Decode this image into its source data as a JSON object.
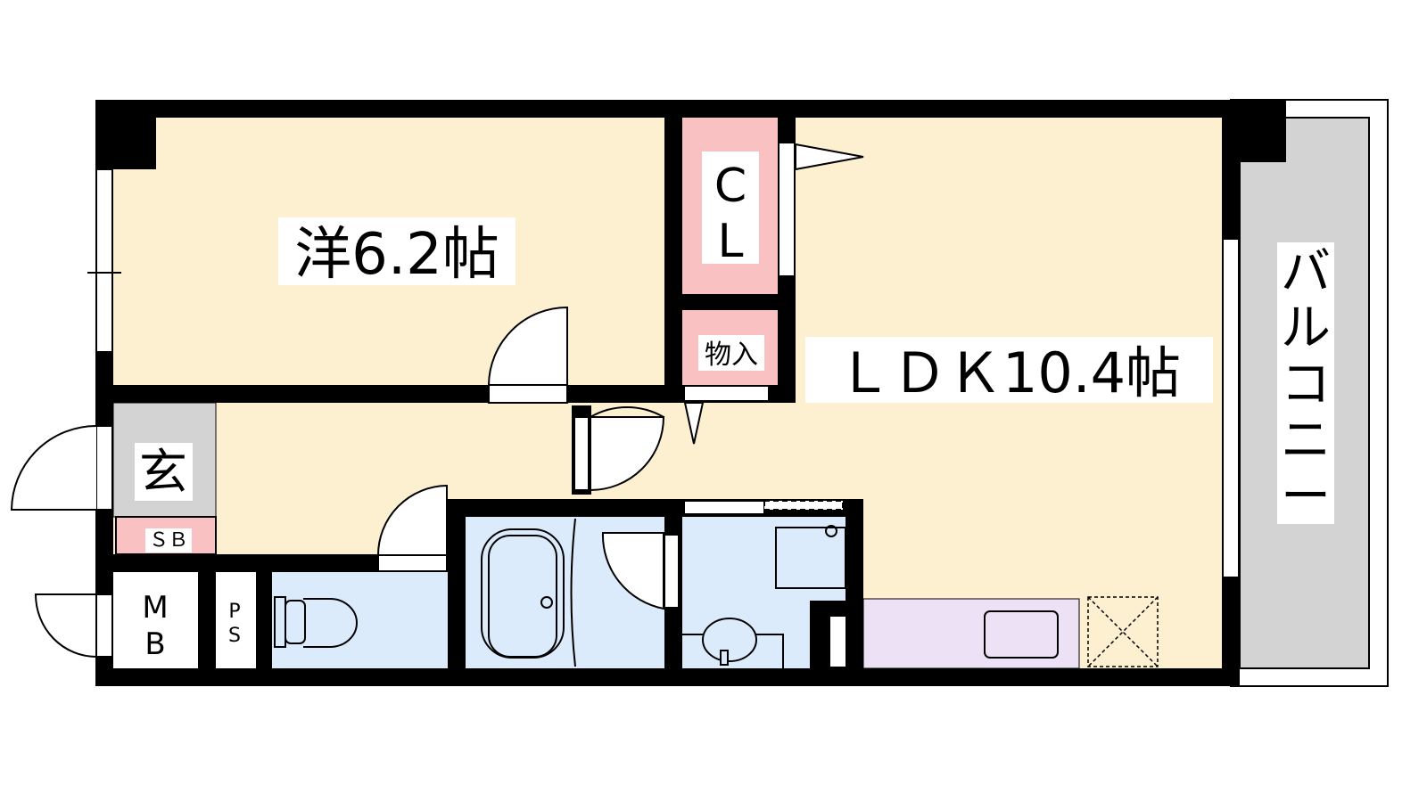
{
  "rooms": {
    "western": "洋6.2帖",
    "ldk": "ＬＤＫ10.4帖",
    "closet": [
      "C",
      "L"
    ],
    "storage": "物入",
    "entrance": "玄",
    "shoe_box": "ＳＢ",
    "meter_box": [
      "M",
      "B"
    ],
    "pipe_space": [
      "P",
      "S"
    ],
    "balcony": [
      "バ",
      "ル",
      "コ",
      "ニ",
      "ー"
    ]
  },
  "colors": {
    "room": "#fdf0d0",
    "storage": "#f9c1c1",
    "wet": "#dcebfc",
    "kitchen": "#ece1f5",
    "entrance": "#d3d3d3",
    "balcony": "#d3d3d3",
    "wall": "#000000"
  }
}
